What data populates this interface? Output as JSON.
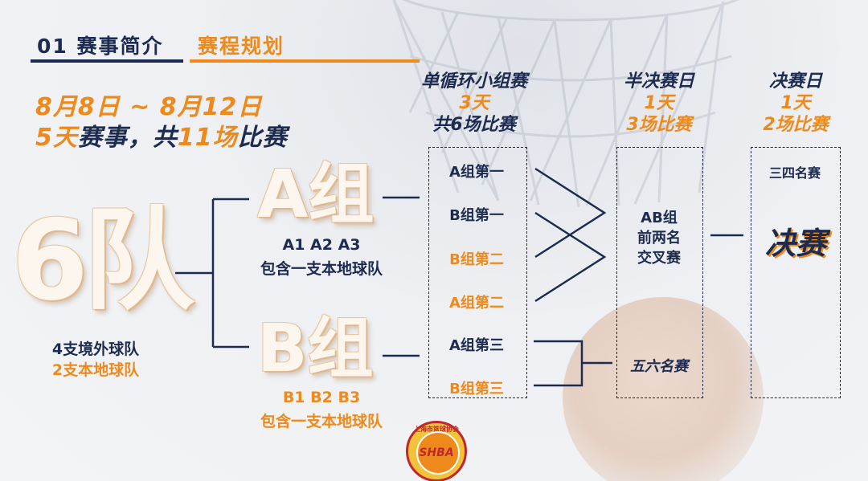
{
  "header": {
    "tab1": "01 赛事简介",
    "tab2": "赛程规划"
  },
  "summary": {
    "dates": "8月8日 ~ 8月12日",
    "days_prefix": "5天",
    "days_mid": "赛事，共",
    "days_num": "11场",
    "days_suffix": "比赛"
  },
  "teams": {
    "total": "6队",
    "foreign": "4支境外球队",
    "local": "2支本地球队"
  },
  "groupA": {
    "title": "A组",
    "members": "A1  A2  A3",
    "note": "包含一支本地球队"
  },
  "groupB": {
    "title": "B组",
    "members": "B1  B2  B3",
    "note": "包含一支本地球队"
  },
  "stages": [
    {
      "name": "单循环小组赛",
      "days": "3天",
      "games": "共6场比赛"
    },
    {
      "name": "半决赛日",
      "days": "1天",
      "games": "3场比赛"
    },
    {
      "name": "决赛日",
      "days": "1天",
      "games": "2场比赛"
    }
  ],
  "seeds": [
    "A组第一",
    "B组第一",
    "B组第二",
    "A组第二",
    "A组第三",
    "B组第三"
  ],
  "semis": {
    "cross": [
      "AB组",
      "前两名",
      "交叉赛"
    ],
    "fifth": "五六名赛"
  },
  "finals": {
    "third": "三四名赛",
    "final": "决赛"
  },
  "logo": {
    "abbr": "SHBA",
    "name": "上海市篮球协会"
  },
  "colors": {
    "navy": "#1c2b4f",
    "orange": "#ee8a1c"
  }
}
